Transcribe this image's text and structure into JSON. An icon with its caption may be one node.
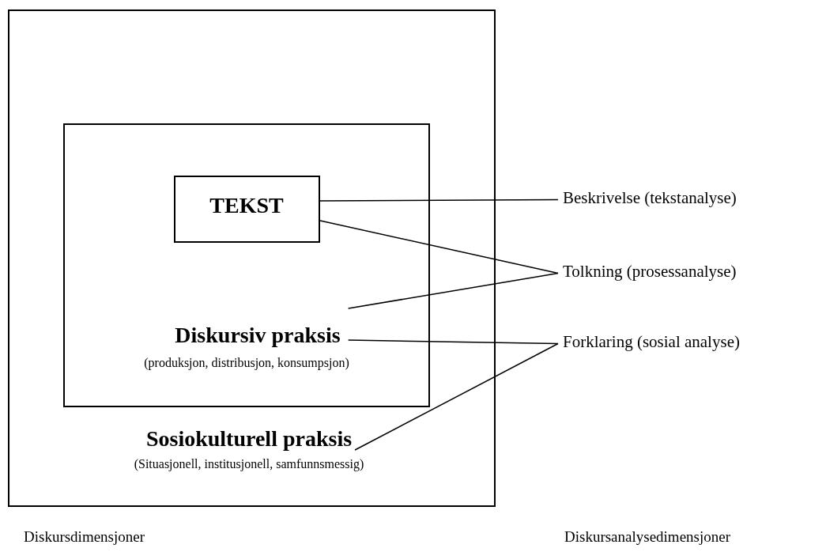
{
  "diagram": {
    "nodes": [
      {
        "text": [
          "Sosiokulturell praksis",
          "(Situasjonell, institusjonell, samfunnsmessig)"
        ]
      },
      {
        "text": [
          "Diskursiv praksis",
          "(produksjon, distribusjon, konsumpsjon)"
        ],
        "in": 0
      },
      {
        "text": [
          "TEKST"
        ],
        "in": 1
      },
      {
        "text": [
          "Beskrivelse (tekstanalyse)"
        ]
      },
      {
        "text": [
          "Tolkning (prosessanalyse)"
        ]
      },
      {
        "text": [
          "Forklaring (sosial analyse)"
        ]
      }
    ],
    "edges": [
      {
        "from": 2,
        "to": 3,
        "arrow": "none"
      },
      {
        "from": 2,
        "to": 4,
        "arrow": "none"
      },
      {
        "from": 1,
        "to": 4,
        "arrow": "none"
      },
      {
        "from": 1,
        "to": 5,
        "arrow": "none"
      },
      {
        "from": 0,
        "to": 5,
        "arrow": "none"
      }
    ],
    "labels": [
      "Diskursdimensjoner",
      "Diskursanalysedimensjoner"
    ]
  }
}
